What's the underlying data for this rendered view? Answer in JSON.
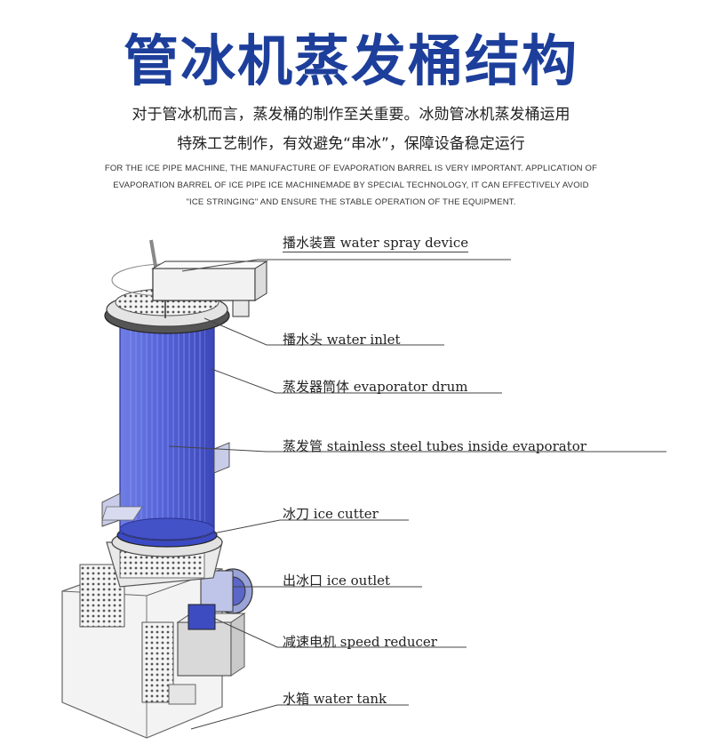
{
  "title": "管冰机蒸发桶结构",
  "desc_cn": [
    "对于管冰机而言，蒸发桶的制作至关重要。冰勋管冰机蒸发桶运用",
    "特殊工艺制作，有效避免“串冰”，保障设备稳定运行"
  ],
  "desc_en": [
    "FOR THE ICE PIPE MACHINE, THE MANUFACTURE OF EVAPORATION BARREL IS VERY IMPORTANT. APPLICATION OF",
    "EVAPORATION BARREL OF ICE PIPE ICE MACHINEMADE BY SPECIAL TECHNOLOGY, IT CAN EFFECTIVELY AVOID",
    "\"ICE STRINGING\" AND ENSURE THE STABLE OPERATION OF THE EQUIPMENT."
  ],
  "labels": [
    {
      "cn": "播水装置",
      "en": "water spray device"
    },
    {
      "cn": "播水头",
      "en": "water inlet"
    },
    {
      "cn": "蒸发器筒体",
      "en": "evaporator drum"
    },
    {
      "cn": "蒸发管",
      "en": "stainless steel tubes inside evaporator"
    },
    {
      "cn": "冰刀",
      "en": "ice cutter"
    },
    {
      "cn": "出冰口",
      "en": "ice outlet"
    },
    {
      "cn": "减速电机",
      "en": "speed reducer"
    },
    {
      "cn": "水箱",
      "en": "water tank"
    }
  ],
  "colors": {
    "title": "#1d3f9b",
    "drum": "#4f5fd6",
    "line": "#444444"
  }
}
